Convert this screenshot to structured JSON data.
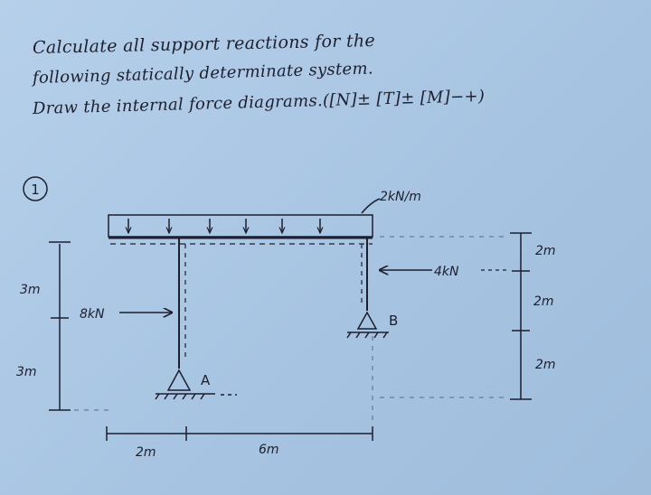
{
  "task": {
    "line1": "Calculate all support reactions for the",
    "line2": "following statically determinate system.",
    "line3": "Draw the internal force diagrams.([N]± [T]± [M]−+)"
  },
  "diagram": {
    "problem_number": "1",
    "distributed_load": "2kN/m",
    "point_load_left": "8kN",
    "point_load_right": "4kN",
    "support_a": "A",
    "support_b": "B",
    "dim_left_upper": "3m",
    "dim_left_lower": "3m",
    "dim_right_top": "2m",
    "dim_right_mid": "2m",
    "dim_right_bottom": "2m",
    "dim_bottom_left": "2m",
    "dim_bottom_right": "6m"
  },
  "colors": {
    "ink": "#1d1f2e",
    "paper": "#b1cce8"
  }
}
